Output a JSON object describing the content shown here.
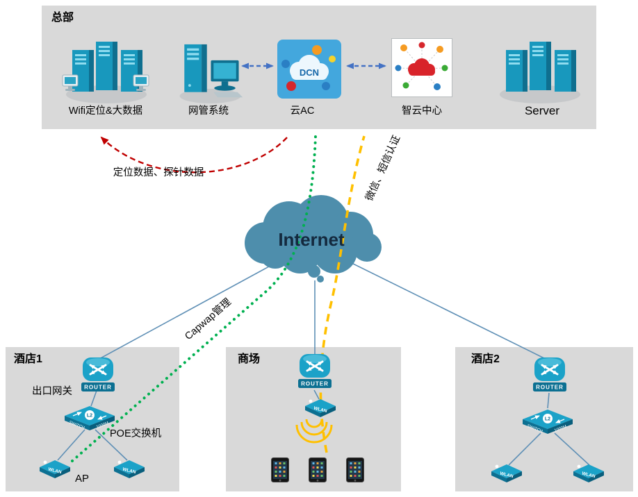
{
  "hq": {
    "title": "总部",
    "nodes": {
      "wifi_bigdata": "Wifi定位&大数据",
      "nms": "网管系统",
      "cloud_ac": "云AC",
      "smart_cloud": "智云中心",
      "server": "Server"
    }
  },
  "internet": {
    "label": "Internet"
  },
  "flows": {
    "probe_data": "定位数据、探针数据",
    "capwap": "Capwap管理",
    "sms_auth": "微信、短信认证"
  },
  "sites": {
    "hotel1": {
      "title": "酒店1",
      "gateway_label": "出口网关",
      "poe_label": "POE交换机",
      "ap_label": "AP"
    },
    "mall": {
      "title": "商场"
    },
    "hotel2": {
      "title": "酒店2"
    }
  },
  "devices": {
    "router": "ROUTER",
    "switch": "SWITCH",
    "switch_speed": "1000M",
    "wlan": "WLAN",
    "l2": "L2",
    "dcn": "DCN"
  },
  "colors": {
    "panel_gray": "#d9d9d9",
    "device_teal": "#1BA2C8",
    "internet_cloud": "#4E8EAC",
    "capwap_green": "#00B050",
    "auth_yellow": "#FFC000",
    "probe_red": "#C00000",
    "arrow_blue": "#4472C4"
  }
}
